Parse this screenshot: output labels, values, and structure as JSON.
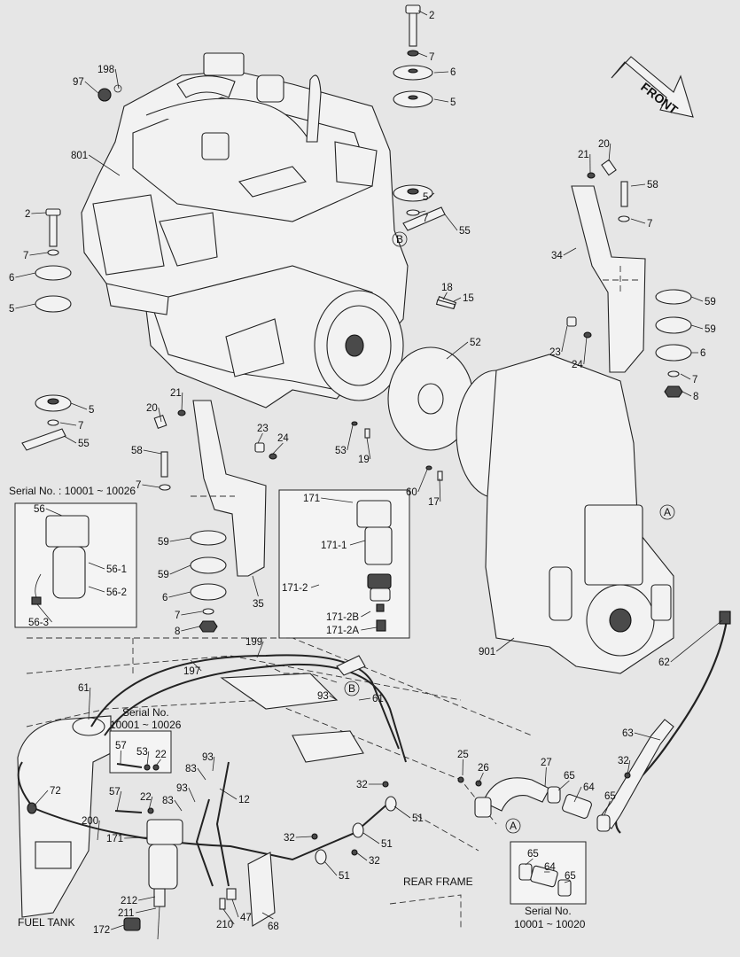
{
  "labels": {
    "front": "FRONT",
    "rear_frame": "REAR FRAME",
    "fuel_tank": "FUEL TANK",
    "serial_engine": "Serial No. : 10001 ~ 10026",
    "serial_tank_1": "Serial No.",
    "serial_tank_2": "10001 ~ 10026",
    "serial_hose_1": "Serial No.",
    "serial_hose_2": "10001 ~ 10020",
    "circle_a": "A",
    "circle_b": "B"
  },
  "callouts": [
    {
      "id": "c1",
      "text": "2"
    },
    {
      "id": "c2",
      "text": "7"
    },
    {
      "id": "c3",
      "text": "6"
    },
    {
      "id": "c4",
      "text": "5"
    },
    {
      "id": "c5",
      "text": "198"
    },
    {
      "id": "c6",
      "text": "97"
    },
    {
      "id": "c7",
      "text": "801"
    },
    {
      "id": "c8",
      "text": "5"
    },
    {
      "id": "c9",
      "text": "7"
    },
    {
      "id": "c10",
      "text": "55"
    },
    {
      "id": "c11",
      "text": "2"
    },
    {
      "id": "c12",
      "text": "7"
    },
    {
      "id": "c13",
      "text": "6"
    },
    {
      "id": "c14",
      "text": "5"
    },
    {
      "id": "c15",
      "text": "21"
    },
    {
      "id": "c16",
      "text": "20"
    },
    {
      "id": "c17",
      "text": "58"
    },
    {
      "id": "c18",
      "text": "7"
    },
    {
      "id": "c19",
      "text": "34"
    },
    {
      "id": "c20",
      "text": "59"
    },
    {
      "id": "c21",
      "text": "59"
    },
    {
      "id": "c22",
      "text": "6"
    },
    {
      "id": "c23",
      "text": "7"
    },
    {
      "id": "c24",
      "text": "8"
    },
    {
      "id": "c25",
      "text": "23"
    },
    {
      "id": "c26",
      "text": "24"
    },
    {
      "id": "c27",
      "text": "18"
    },
    {
      "id": "c28",
      "text": "15"
    },
    {
      "id": "c29",
      "text": "52"
    },
    {
      "id": "c30",
      "text": "5"
    },
    {
      "id": "c31",
      "text": "7"
    },
    {
      "id": "c32",
      "text": "55"
    },
    {
      "id": "c33",
      "text": "20"
    },
    {
      "id": "c34",
      "text": "21"
    },
    {
      "id": "c35",
      "text": "23"
    },
    {
      "id": "c36",
      "text": "24"
    },
    {
      "id": "c37",
      "text": "58"
    },
    {
      "id": "c38",
      "text": "7"
    },
    {
      "id": "c39",
      "text": "53"
    },
    {
      "id": "c40",
      "text": "19"
    },
    {
      "id": "c41",
      "text": "60"
    },
    {
      "id": "c42",
      "text": "17"
    },
    {
      "id": "c43",
      "text": "171"
    },
    {
      "id": "c44",
      "text": "56"
    },
    {
      "id": "c45",
      "text": "56-1"
    },
    {
      "id": "c46",
      "text": "56-2"
    },
    {
      "id": "c47",
      "text": "56-3"
    },
    {
      "id": "c48",
      "text": "59"
    },
    {
      "id": "c49",
      "text": "59"
    },
    {
      "id": "c50",
      "text": "6"
    },
    {
      "id": "c51",
      "text": "7"
    },
    {
      "id": "c52",
      "text": "8"
    },
    {
      "id": "c53",
      "text": "35"
    },
    {
      "id": "c54",
      "text": "171-1"
    },
    {
      "id": "c55",
      "text": "171-2"
    },
    {
      "id": "c56",
      "text": "171-2B"
    },
    {
      "id": "c57",
      "text": "171-2A"
    },
    {
      "id": "c58",
      "text": "901"
    },
    {
      "id": "c59",
      "text": "199"
    },
    {
      "id": "c60",
      "text": "197"
    },
    {
      "id": "c61",
      "text": "61"
    },
    {
      "id": "c62",
      "text": "93"
    },
    {
      "id": "c63",
      "text": "61"
    },
    {
      "id": "c64",
      "text": "62"
    },
    {
      "id": "c65",
      "text": "63"
    },
    {
      "id": "c66",
      "text": "57"
    },
    {
      "id": "c67",
      "text": "53"
    },
    {
      "id": "c68",
      "text": "22"
    },
    {
      "id": "c69",
      "text": "93"
    },
    {
      "id": "c70",
      "text": "83"
    },
    {
      "id": "c71",
      "text": "12"
    },
    {
      "id": "c72",
      "text": "72"
    },
    {
      "id": "c73",
      "text": "57"
    },
    {
      "id": "c74",
      "text": "22"
    },
    {
      "id": "c75",
      "text": "93"
    },
    {
      "id": "c76",
      "text": "83"
    },
    {
      "id": "c77",
      "text": "200"
    },
    {
      "id": "c78",
      "text": "171"
    },
    {
      "id": "c79",
      "text": "212"
    },
    {
      "id": "c80",
      "text": "211"
    },
    {
      "id": "c81",
      "text": "172"
    },
    {
      "id": "c82",
      "text": "210"
    },
    {
      "id": "c83",
      "text": "47"
    },
    {
      "id": "c84",
      "text": "68"
    },
    {
      "id": "c85",
      "text": "32"
    },
    {
      "id": "c86",
      "text": "51"
    },
    {
      "id": "c87",
      "text": "32"
    },
    {
      "id": "c88",
      "text": "51"
    },
    {
      "id": "c89",
      "text": "32"
    },
    {
      "id": "c90",
      "text": "51"
    },
    {
      "id": "c91",
      "text": "25"
    },
    {
      "id": "c92",
      "text": "26"
    },
    {
      "id": "c93",
      "text": "27"
    },
    {
      "id": "c94",
      "text": "65"
    },
    {
      "id": "c95",
      "text": "64"
    },
    {
      "id": "c96",
      "text": "65"
    },
    {
      "id": "c97",
      "text": "32"
    },
    {
      "id": "c98",
      "text": "65"
    },
    {
      "id": "c99",
      "text": "64"
    },
    {
      "id": "c100",
      "text": "65"
    }
  ]
}
